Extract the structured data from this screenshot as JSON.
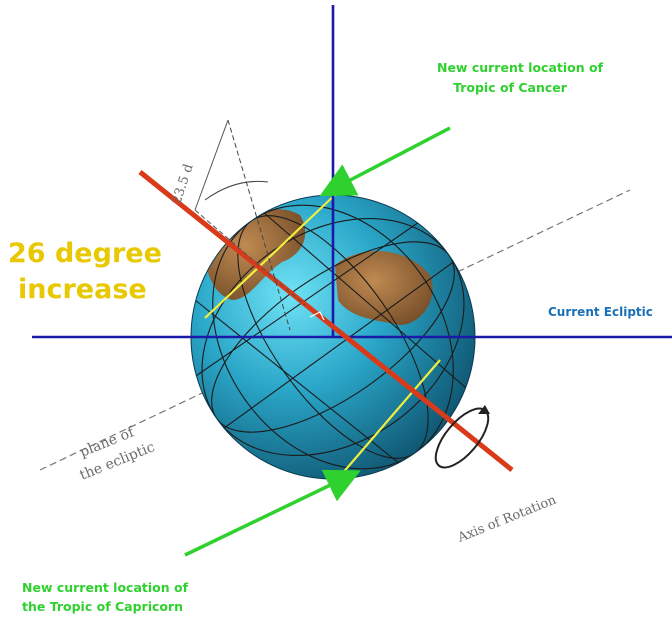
{
  "labels": {
    "cancer_line1": "New current location of",
    "cancer_line2": "Tropic of Cancer",
    "increase_line1": "26 degree",
    "increase_line2": "increase",
    "angle": "23.5 d",
    "ecliptic": "Current Ecliptic",
    "plane_line1": "plane of",
    "plane_line2": "the ecliptic",
    "axis": "Axis of Rotation",
    "capricorn_line1": "New current location of",
    "capricorn_line2": "the Tropic of Capricorn"
  },
  "colors": {
    "green": "#2fd12f",
    "yellow_text": "#e8c800",
    "blue_axes": "#1a1aa8",
    "red_axis": "#d83a1a",
    "tropic_lines": "#f0ee40",
    "globe": "#2aa6c8",
    "land": "#9a6a38"
  }
}
